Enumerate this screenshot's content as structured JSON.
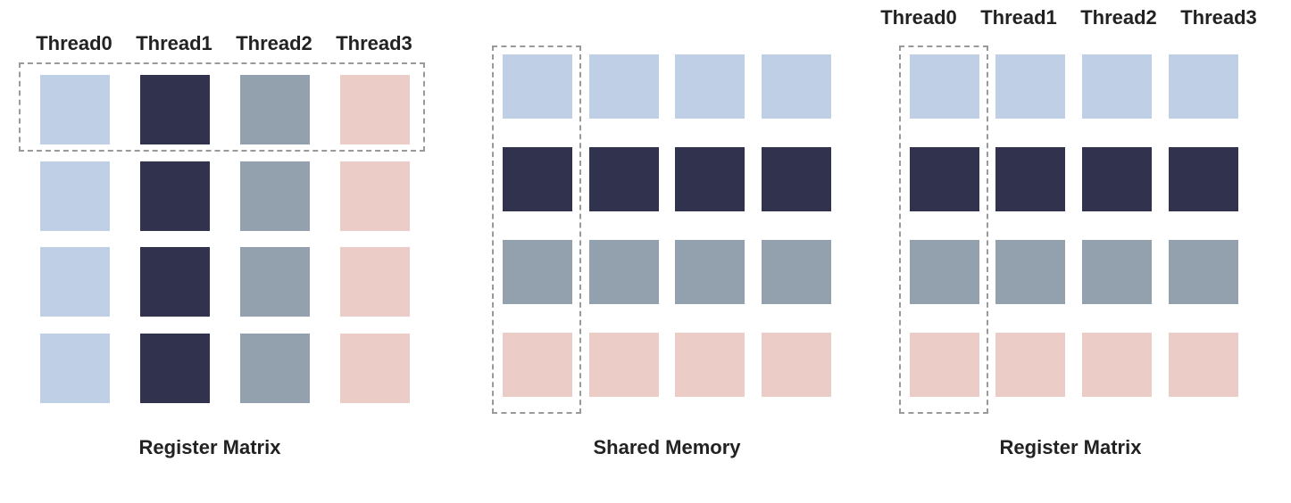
{
  "colors": {
    "row0": "#bfd0e6",
    "row1": "#31324d",
    "row2": "#93a0ae",
    "row3": "#ecccc6",
    "dash": "#9a9a9a",
    "text": "#222222"
  },
  "panels": {
    "left": {
      "thread_labels": [
        "Thread0",
        "Thread1",
        "Thread2",
        "Thread3"
      ],
      "caption": "Register Matrix",
      "layout": "column-colored"
    },
    "middle": {
      "caption": "Shared Memory",
      "layout": "row-colored"
    },
    "right": {
      "thread_labels": [
        "Thread0",
        "Thread1",
        "Thread2",
        "Thread3"
      ],
      "caption": "Register Matrix",
      "layout": "row-colored"
    }
  }
}
